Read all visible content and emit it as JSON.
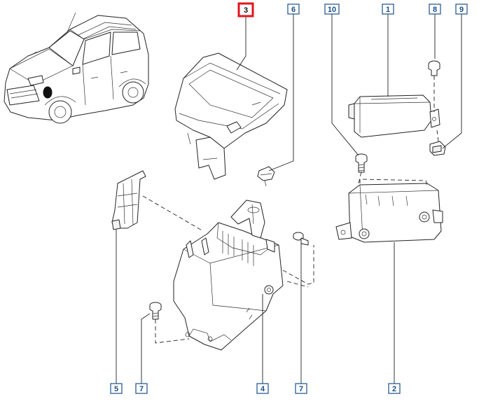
{
  "callouts": [
    {
      "id": "c3",
      "number": "3",
      "highlighted": true
    },
    {
      "id": "c6",
      "number": "6",
      "highlighted": false
    },
    {
      "id": "c10",
      "number": "10",
      "highlighted": false
    },
    {
      "id": "c1",
      "number": "1",
      "highlighted": false
    },
    {
      "id": "c8",
      "number": "8",
      "highlighted": false
    },
    {
      "id": "c9",
      "number": "9",
      "highlighted": false
    },
    {
      "id": "c5",
      "number": "5",
      "highlighted": false
    },
    {
      "id": "c7a",
      "number": "7",
      "highlighted": false
    },
    {
      "id": "c4",
      "number": "4",
      "highlighted": false
    },
    {
      "id": "c7b",
      "number": "7",
      "highlighted": false
    },
    {
      "id": "c2",
      "number": "2",
      "highlighted": false
    }
  ],
  "colors": {
    "callout_border": "#1a4f8a",
    "highlight_border": "#e2141b"
  }
}
